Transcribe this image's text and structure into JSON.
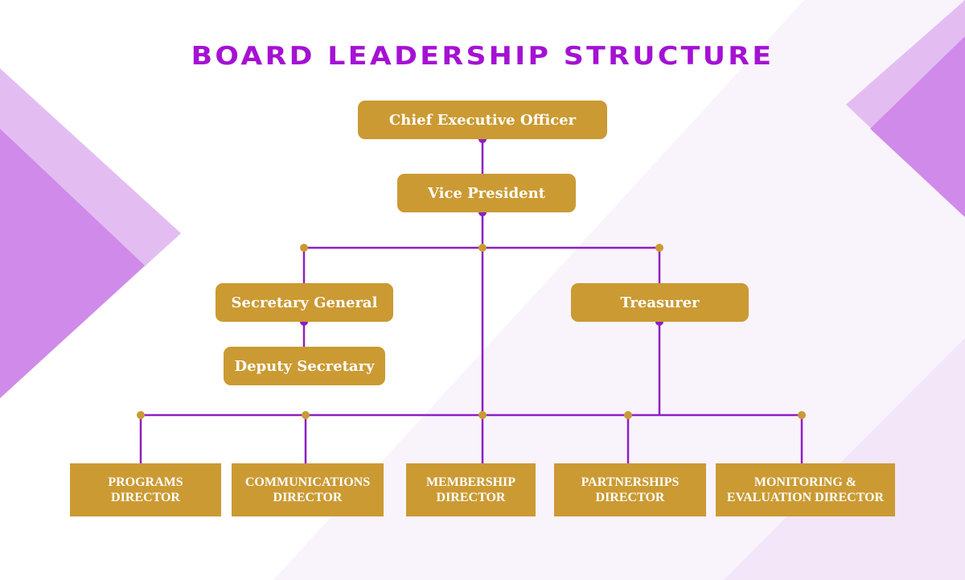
{
  "title": "BOARD LEADERSHIP STRUCTURE",
  "colors": {
    "title": "#a511d4",
    "box": "#cb9a33",
    "box_text": "#ffffff",
    "connector": "#8e1fc2",
    "dot_purple": "#8e1fc2",
    "dot_gold": "#cb9a33",
    "accent_light": "#e3bdf2",
    "accent_dark": "#d08ae9"
  },
  "roles": {
    "ceo": "Chief Executive Officer",
    "vp": "Vice President",
    "secretary_general": "Secretary General",
    "deputy_secretary": "Deputy Secretary",
    "treasurer": "Treasurer"
  },
  "directors": [
    {
      "line1": "PROGRAMS",
      "line2": "DIRECTOR"
    },
    {
      "line1": "COMMUNICATIONS",
      "line2": "DIRECTOR"
    },
    {
      "line1": "MEMBERSHIP",
      "line2": "DIRECTOR"
    },
    {
      "line1": "PARTNERSHIPS",
      "line2": "DIRECTOR"
    },
    {
      "line1": "MONITORING &",
      "line2": "EVALUATION DIRECTOR"
    }
  ]
}
